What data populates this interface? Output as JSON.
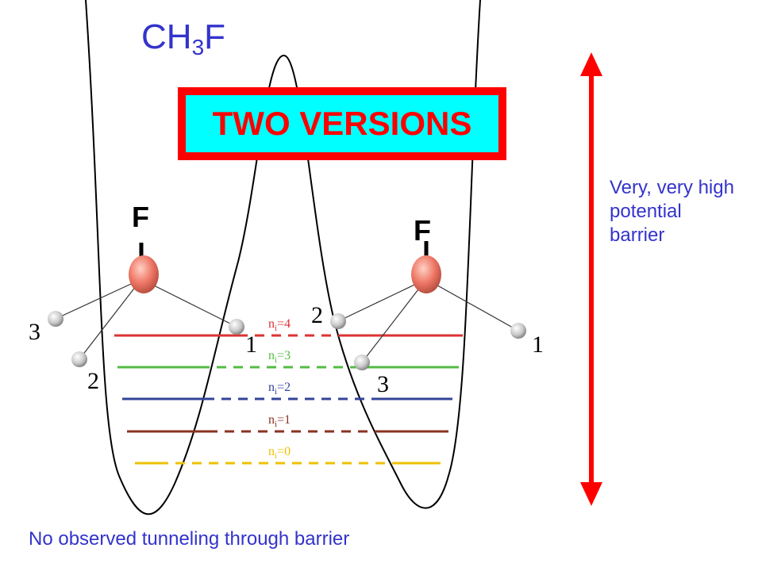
{
  "title": {
    "base": "CH",
    "sub": "3",
    "tail": "F"
  },
  "banner": {
    "text": "TWO VERSIONS"
  },
  "barrier_note": "Very, very high potential barrier",
  "footer_note": "No observed tunneling through barrier",
  "atoms": {
    "fluorine": "F"
  },
  "hydrogen_labels": {
    "left": [
      "3",
      "2",
      "1"
    ],
    "right": [
      "2",
      "3",
      "1"
    ]
  },
  "energy_levels": [
    {
      "label": "4",
      "color": "#dd3333"
    },
    {
      "label": "3",
      "color": "#55bb44"
    },
    {
      "label": "2",
      "color": "#334499"
    },
    {
      "label": "1",
      "color": "#883322"
    },
    {
      "label": "0",
      "color": "#eec000"
    }
  ],
  "level_prefix": "n",
  "level_subscript": "i",
  "colors": {
    "title": "#3333cc",
    "banner_border": "#ff0000",
    "banner_fill": "#00ffff",
    "banner_text": "#ff0000",
    "arrow": "#ff0000",
    "fluorine": "#ee7766",
    "hydrogen": "#cccccc"
  }
}
